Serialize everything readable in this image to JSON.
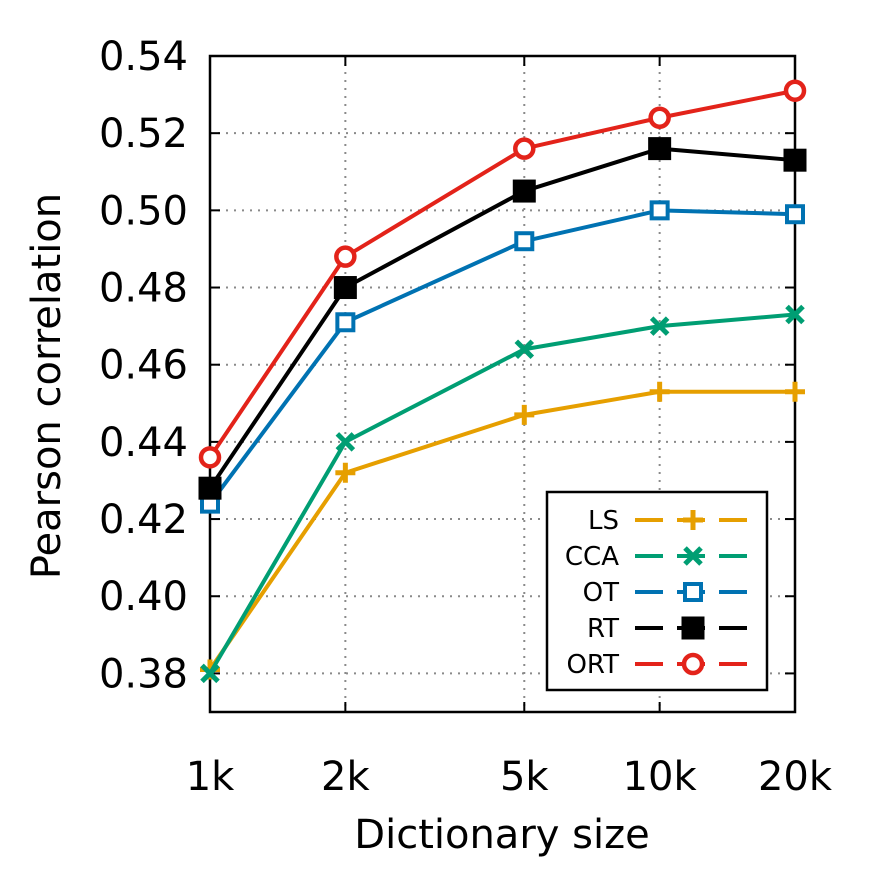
{
  "chart_data": {
    "type": "line",
    "xlabel": "Dictionary size",
    "ylabel": "Pearson correlation",
    "x_scale": "log",
    "categories": [
      "1k",
      "2k",
      "5k",
      "10k",
      "20k"
    ],
    "x": [
      1000,
      2000,
      5000,
      10000,
      20000
    ],
    "ylim": [
      0.37,
      0.54
    ],
    "yticks": [
      "0.38",
      "0.40",
      "0.42",
      "0.44",
      "0.46",
      "0.48",
      "0.50",
      "0.52",
      "0.54"
    ],
    "grid": true,
    "legend_position": "bottom-right",
    "series": [
      {
        "name": "LS",
        "color": "#E69F00",
        "marker": "plus",
        "values": [
          0.381,
          0.432,
          0.447,
          0.453,
          0.453
        ]
      },
      {
        "name": "CCA",
        "color": "#009E73",
        "marker": "cross",
        "values": [
          0.38,
          0.44,
          0.464,
          0.47,
          0.473
        ]
      },
      {
        "name": "OT",
        "color": "#0072B2",
        "marker": "open-square",
        "values": [
          0.424,
          0.471,
          0.492,
          0.5,
          0.499
        ]
      },
      {
        "name": "RT",
        "color": "#000000",
        "marker": "filled-square",
        "values": [
          0.428,
          0.48,
          0.505,
          0.516,
          0.513
        ]
      },
      {
        "name": "ORT",
        "color": "#E3231A",
        "marker": "open-circle",
        "values": [
          0.436,
          0.488,
          0.516,
          0.524,
          0.531
        ]
      }
    ]
  }
}
